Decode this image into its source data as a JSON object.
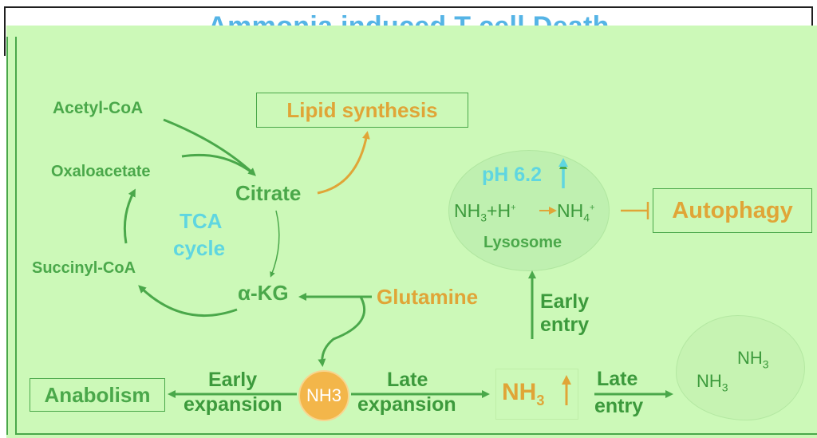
{
  "title": "Ammonia induced T cell Death",
  "tca": {
    "acetyl_coa": "Acetyl-CoA",
    "oxaloacetate": "Oxaloacetate",
    "succinyl_coa": "Succinyl-CoA",
    "citrate": "Citrate",
    "akg": "α-KG",
    "tca_line1": "TCA",
    "tca_line2": "cycle"
  },
  "lipid_synthesis": "Lipid synthesis",
  "glutamine": "Glutamine",
  "lysosome": {
    "ph": "pH 6.2",
    "nh3": "NH",
    "sub3": "3",
    "plus_h": "+H",
    "sup_plus": "+",
    "nh4": "NH",
    "sub4": "4",
    "label": "Lysosome"
  },
  "autophagy": "Autophagy",
  "early_entry": [
    "Early",
    "entry"
  ],
  "late_entry": [
    "Late",
    "entry"
  ],
  "early_expansion": [
    "Early",
    "expansion"
  ],
  "late_expansion": [
    "Late",
    "expansion"
  ],
  "anabolism": "Anabolism",
  "nh3_circle": "NH3",
  "nh3_box": {
    "nh": "NH",
    "sub": "3"
  },
  "cell_nh3_a": {
    "nh": "NH",
    "sub": "3"
  },
  "cell_nh3_b": {
    "nh": "NH",
    "sub": "3"
  },
  "colors": {
    "green": "#4aa84a",
    "orange": "#e0a537",
    "cyan": "#5fd6e0",
    "background": "#ccf9b8"
  }
}
